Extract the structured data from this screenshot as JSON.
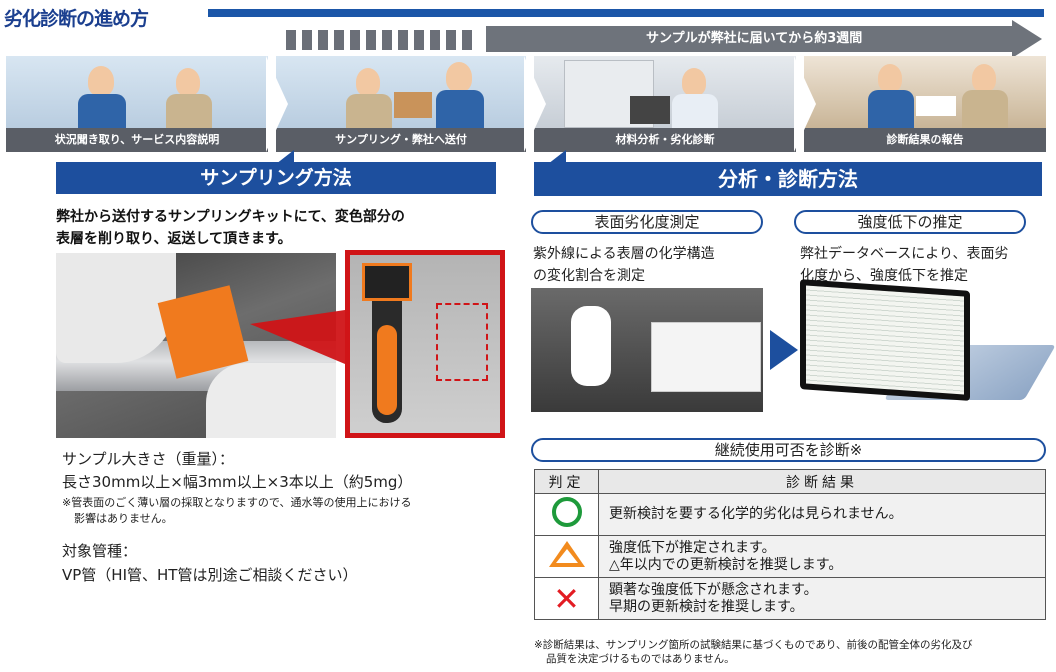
{
  "header": {
    "title": "劣化診断の進め方"
  },
  "duration": {
    "label": "サンプルが弊社に届いてから約3週間"
  },
  "steps": [
    {
      "label": "状況聞き取り、サービス内容説明"
    },
    {
      "label": "サンプリング・弊社へ送付"
    },
    {
      "label": "材料分析・劣化診断"
    },
    {
      "label": "診断結果の報告"
    }
  ],
  "sampling": {
    "title": "サンプリング方法",
    "desc_line1": "弊社から送付するサンプリングキットにて、変色部分の",
    "desc_line2": "表層を削り取り、返送して頂きます。",
    "size_title": "サンプル大きさ（重量）：",
    "size_value": "長さ30mm以上×幅3mm以上×3本以上（約5mg）",
    "note_line1": "※管表面のごく薄い層の採取となりますので、通水等の使用上における",
    "note_line2": "影響はありません。",
    "pipe_title": "対象管種：",
    "pipe_value": "VP管（HI管、HT管は別途ご相談ください）"
  },
  "analysis": {
    "title": "分析・診断方法",
    "surface": {
      "label": "表面劣化度測定",
      "desc_line1": "紫外線による表層の化学構造",
      "desc_line2": "の変化割合を測定"
    },
    "strength": {
      "label": "強度低下の推定",
      "desc_line1": "弊社データベースにより、表面劣",
      "desc_line2": "化度から、強度低下を推定"
    },
    "continuation_title": "継続使用可否を診断※",
    "table": {
      "headers": [
        "判定",
        "診断結果"
      ],
      "rows": [
        {
          "mark": "circle-icon",
          "line1": "更新検討を要する化学的劣化は見られません。",
          "line2": ""
        },
        {
          "mark": "triangle-icon",
          "line1": "強度低下が推定されます。",
          "line2": "△年以内での更新検討を推奨します。"
        },
        {
          "mark": "cross-icon",
          "line1": "顕著な強度低下が懸念されます。",
          "line2": "早期の更新検討を推奨します。"
        }
      ]
    },
    "footnote_line1": "※診断結果は、サンプリング箇所の試験結果に基づくものであり、前後の配管全体の劣化及び",
    "footnote_line2": "品質を決定づけるものではありません。"
  },
  "colors": {
    "brand": "#1d4f9e",
    "red": "#d01417",
    "orange": "#f07a1e",
    "green": "#1e9a3b"
  }
}
